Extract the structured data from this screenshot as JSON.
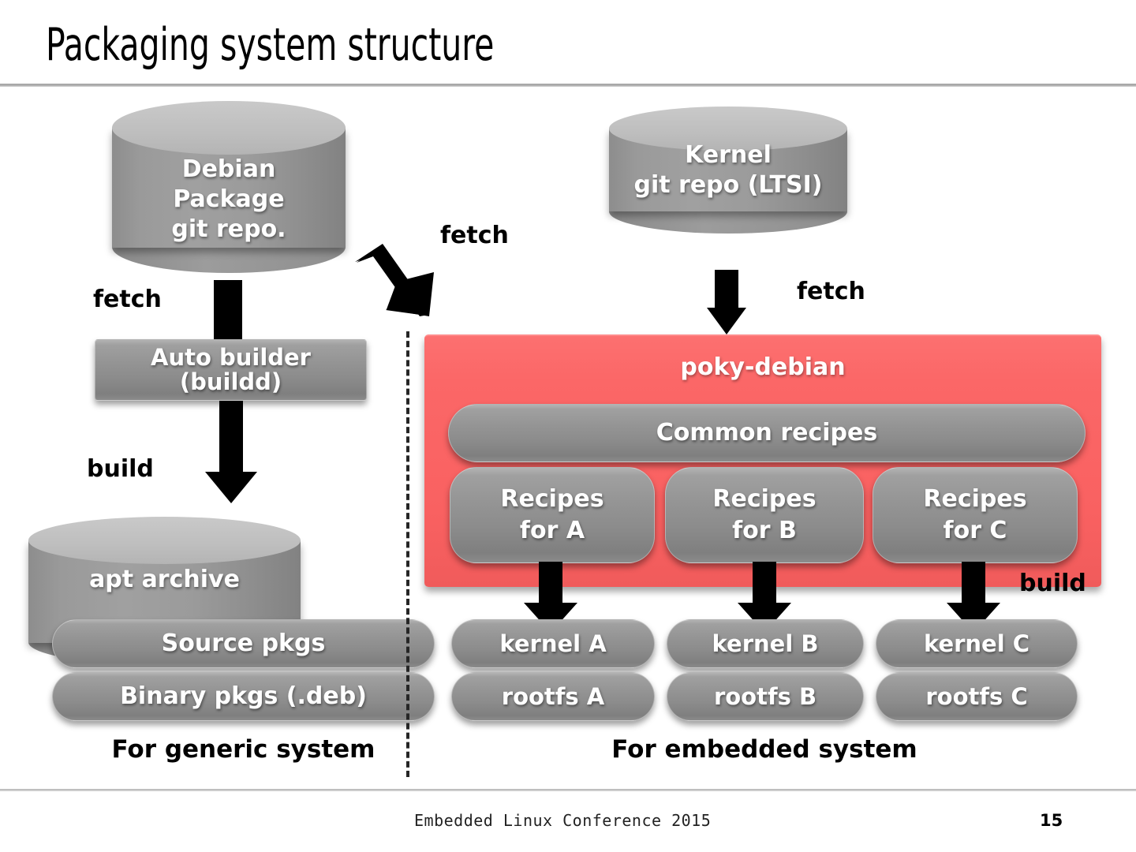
{
  "slide": {
    "title": "Packaging system structure",
    "footer_text": "Embedded Linux Conference 2015",
    "page_number": "15"
  },
  "colors": {
    "red_panel": "#FA6464",
    "grey_shape": "#949494",
    "cylinder_top": "#C0C0C0",
    "arrow": "#000000",
    "text_on_shape": "#FFFFFF",
    "title": "#000000"
  },
  "diagram": {
    "cylinders": [
      {
        "id": "debian-repo",
        "label": "Debian\nPackage\ngit repo."
      },
      {
        "id": "kernel-repo",
        "label": "Kernel\ngit repo (LTSI)"
      },
      {
        "id": "apt-archive",
        "label": "apt archive"
      }
    ],
    "boxes": [
      {
        "id": "auto-builder",
        "label": "Auto builder\n(buildd)"
      }
    ],
    "red_panel": {
      "title": "poky-debian",
      "common_recipes": "Common recipes",
      "recipes": [
        {
          "id": "recipes-a",
          "label": "Recipes\nfor A"
        },
        {
          "id": "recipes-b",
          "label": "Recipes\nfor B"
        },
        {
          "id": "recipes-c",
          "label": "Recipes\nfor C"
        }
      ]
    },
    "generic_outputs": [
      {
        "id": "source-pkgs",
        "label": "Source pkgs"
      },
      {
        "id": "binary-pkgs",
        "label": "Binary pkgs (.deb)"
      }
    ],
    "embedded_outputs": [
      {
        "id": "kernel-a",
        "label": "kernel A"
      },
      {
        "id": "rootfs-a",
        "label": "rootfs A"
      },
      {
        "id": "kernel-b",
        "label": "kernel B"
      },
      {
        "id": "rootfs-b",
        "label": "rootfs B"
      },
      {
        "id": "kernel-c",
        "label": "kernel C"
      },
      {
        "id": "rootfs-c",
        "label": "rootfs C"
      }
    ],
    "arrow_labels": {
      "fetch_debian": "fetch",
      "fetch_poky": "fetch",
      "fetch_kernel": "fetch",
      "build_left": "build",
      "build_right": "build"
    },
    "captions": {
      "generic": "For generic system",
      "embedded": "For embedded system"
    }
  }
}
